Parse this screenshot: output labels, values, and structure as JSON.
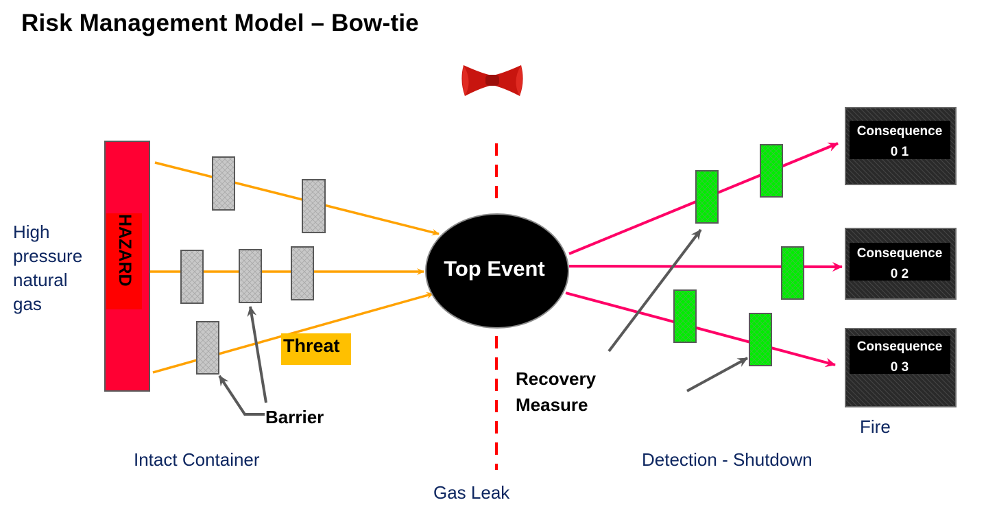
{
  "title": "Risk Management Model – Bow-tie",
  "icon": "bow-tie-icon",
  "hazard": {
    "label": "HAZARD",
    "description": [
      "High",
      "pressure",
      "natural",
      "gas"
    ],
    "fill": "#ff0033"
  },
  "top_event": {
    "label": "Top Event"
  },
  "threat_label": "Threat",
  "barrier_label": "Barrier",
  "recovery_label": [
    "Recovery",
    "Measure"
  ],
  "consequences": [
    {
      "label": "Consequence",
      "number": "0 1"
    },
    {
      "label": "Consequence",
      "number": "0 2"
    },
    {
      "label": "Consequence",
      "number": "0 3"
    }
  ],
  "bottom_labels": {
    "left": "Intact Container",
    "center": "Gas Leak",
    "right": "Detection - Shutdown",
    "consequence_example": "Fire"
  },
  "threat_paths": [
    {
      "barriers": 2
    },
    {
      "barriers": 3
    },
    {
      "barriers": 1
    }
  ],
  "consequence_paths": [
    {
      "recovery_measures": 2
    },
    {
      "recovery_measures": 1
    },
    {
      "recovery_measures": 2
    }
  ],
  "colors": {
    "threat_line": "#ffa200",
    "consequence_line": "#ff0066",
    "barrier_fill": "#c8c8c8",
    "recovery_fill": "#00ee00",
    "divider": "#ff0000",
    "pointer": "#595959",
    "threat_badge": "#ffc000",
    "label_text": "#0d2660"
  }
}
